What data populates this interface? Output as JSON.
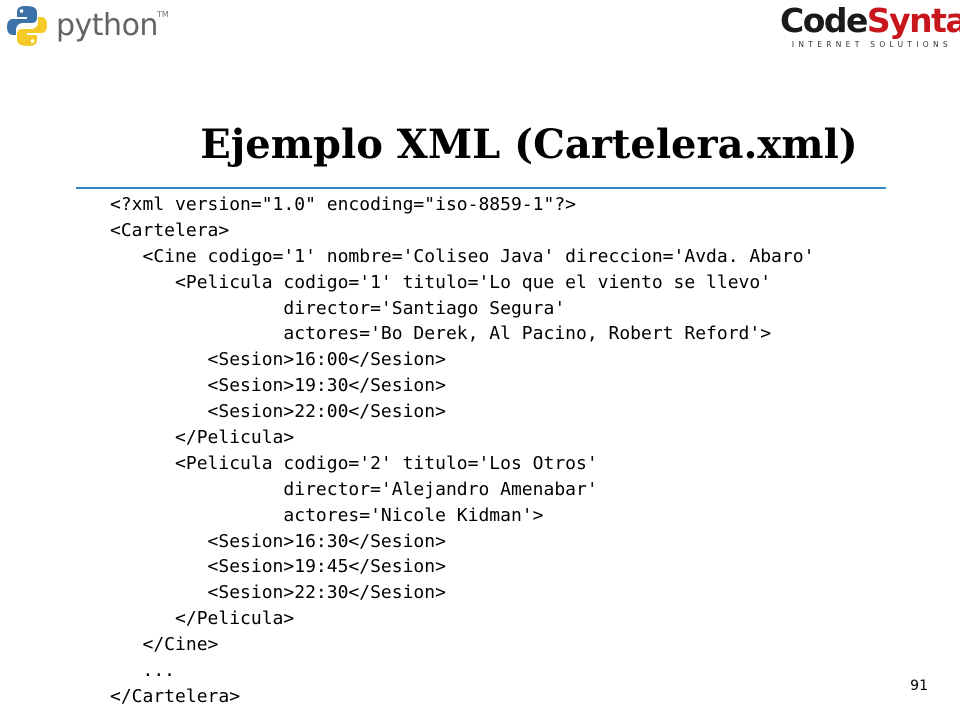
{
  "header": {
    "python_word": "python",
    "python_tm": "TM",
    "codesyntax_code": "Code",
    "codesyntax_syntax": "Syntax",
    "codesyntax_tagline": "INTERNET SOLUTIONS",
    "colors": {
      "python_blue": "#3b73a8",
      "python_yellow": "#f5c928",
      "codesyntax_red": "#c8161d",
      "rule_blue": "#2f86c8"
    }
  },
  "slide": {
    "title": "Ejemplo XML (Cartelera.xml)",
    "page_number": "91"
  },
  "code": {
    "lines": [
      "<?xml version=\"1.0\" encoding=\"iso-8859-1\"?>",
      "<Cartelera>",
      "   <Cine codigo='1' nombre='Coliseo Java' direccion='Avda. Abaro'",
      "      <Pelicula codigo='1' titulo='Lo que el viento se llevo'",
      "                director='Santiago Segura'",
      "                actores='Bo Derek, Al Pacino, Robert Reford'>",
      "         <Sesion>16:00</Sesion>",
      "         <Sesion>19:30</Sesion>",
      "         <Sesion>22:00</Sesion>",
      "      </Pelicula>",
      "      <Pelicula codigo='2' titulo='Los Otros'",
      "                director='Alejandro Amenabar'",
      "                actores='Nicole Kidman'>",
      "         <Sesion>16:30</Sesion>",
      "         <Sesion>19:45</Sesion>",
      "         <Sesion>22:30</Sesion>",
      "      </Pelicula>",
      "   </Cine>",
      "   ...",
      "</Cartelera>"
    ]
  }
}
